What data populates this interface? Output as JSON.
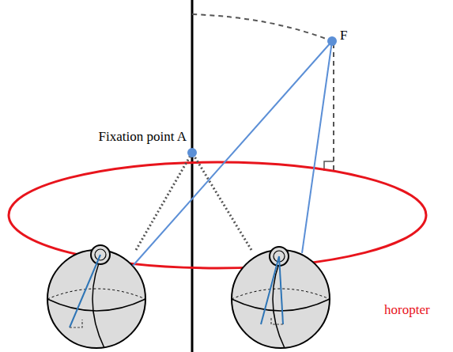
{
  "diagram": {
    "labels": [
      "Fixation point A",
      "F",
      "horopter"
    ]
  }
}
